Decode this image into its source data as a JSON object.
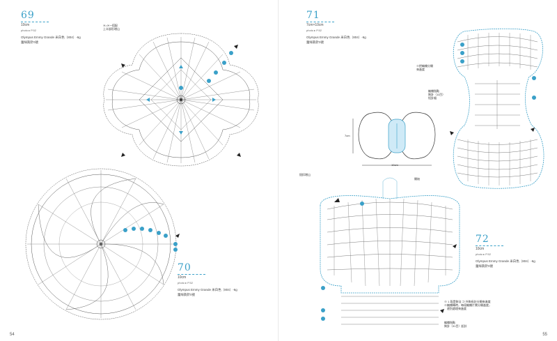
{
  "pages": {
    "left": {
      "folio": "54",
      "p69": {
        "num": "69",
        "size": "10cm",
        "photo": "photo ▸ P.52",
        "yarn": "Olympus Emmy Grande",
        "color": "米白色（804）-6g",
        "hook": "蕾絲鉤針0號",
        "note1": "✕=✕一搭配",
        "note2": "上半部形增山"
      },
      "p70": {
        "num": "70",
        "size": "10cm",
        "photo": "photo ▸ P.52",
        "yarn": "Olympus Emmy Grande",
        "color": "米白色（804）-6g",
        "hook": "蕾絲鉤針0號"
      }
    },
    "right": {
      "folio": "55",
      "p71": {
        "num": "71",
        "size": "7cm×10cm",
        "photo": "photo ▸ P.52",
        "yarn": "Olympus Emmy Grande",
        "color": "米白色（804）-6g",
        "hook": "蕾絲鉤針0號",
        "note1": "※把編織分開",
        "note2": "來進度",
        "note3": "編織指點",
        "note4": "鉤針（11目）",
        "note5": "短針縫",
        "diagram_y": "7cm",
        "diagram_x": "10cm"
      },
      "p72": {
        "num": "72",
        "size": "10cm",
        "photo": "photo ▸ P.52",
        "yarn": "Olympus Emmy Grande",
        "color": "米白色（804）-6g",
        "hook": "蕾絲鉤針0號",
        "note1": "鈕扣增山",
        "note2": "開始",
        "note3": "※ 1 段是鉤法 ⇒ 外鉤長針分開來進度",
        "note4": "※編織轉時，每段編織片需分開進度，",
        "note5": "　邊別處理來進度",
        "note6": "編織指點",
        "note7": "鉤針（31目）起針"
      }
    }
  },
  "colors": {
    "accent": "#3aa0c8",
    "stitch": "#444444",
    "chain": "#666666"
  }
}
